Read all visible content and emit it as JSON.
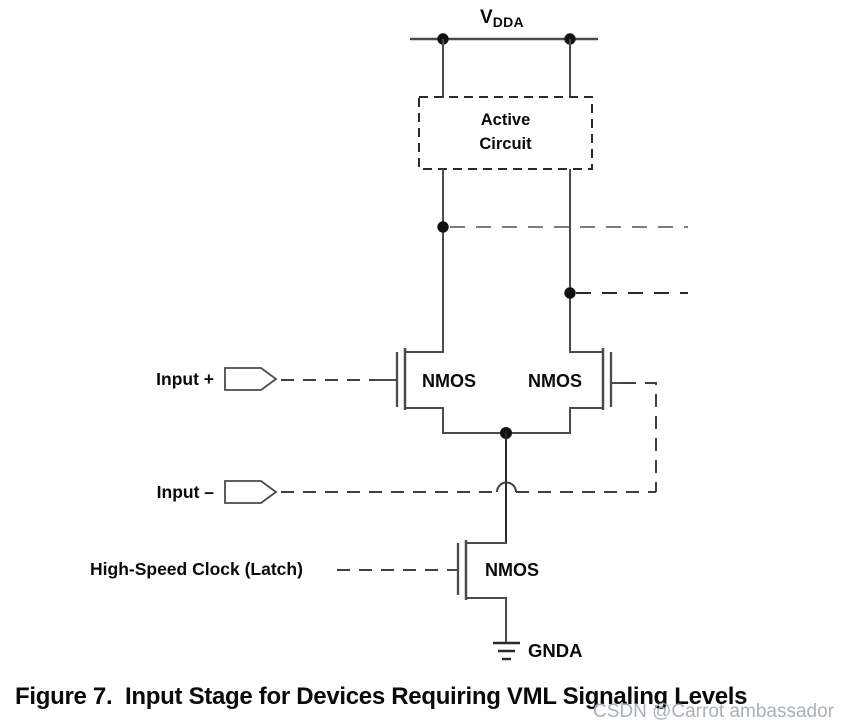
{
  "colors": {
    "line": "#4b4b4b",
    "dark_line": "#2a2a2a",
    "dashed_gray": "#7d7d7d",
    "dashed_dark": "#3f3f3f",
    "dot_fill": "#111111",
    "text": "#0a0a0a",
    "watermark": "#aab0b5"
  },
  "diagram": {
    "power": {
      "v": "V",
      "sub": "DDA"
    },
    "active_circuit": {
      "line1": "Active",
      "line2": "Circuit"
    },
    "transistors": {
      "left_label": "NMOS",
      "right_label": "NMOS",
      "latch_label": "NMOS"
    },
    "ports": {
      "input_plus": "Input +",
      "input_minus": "Input –",
      "clock": "High-Speed Clock (Latch)"
    },
    "ground_label": "GNDA"
  },
  "caption": "Figure 7.  Input Stage for Devices Requiring VML Signaling Levels",
  "watermark": "CSDN @Carrot ambassador"
}
